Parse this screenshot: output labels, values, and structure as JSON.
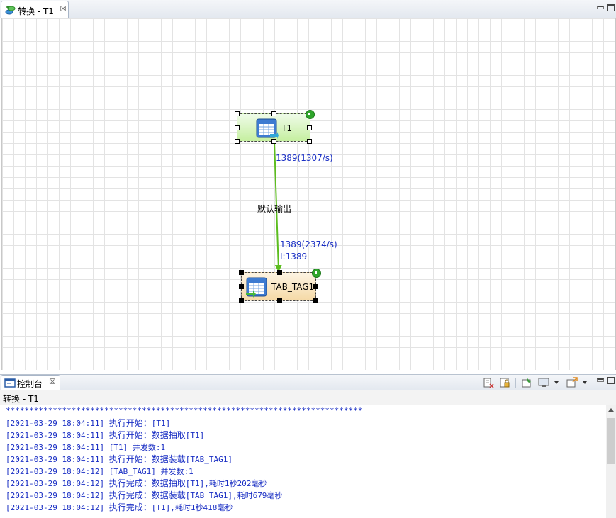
{
  "editor": {
    "tab_label": "转换 - T1",
    "tab_icon": "transformation-icon",
    "close_glyph": "☒"
  },
  "canvas": {
    "steps": [
      {
        "name": "T1",
        "type": "table-input",
        "icon": "table-input-icon",
        "color": "#c5ef9f"
      },
      {
        "name": "TAB_TAG1",
        "type": "table-output",
        "icon": "table-output-icon",
        "color": "#f5d9a6"
      }
    ],
    "hop": {
      "label": "默认输出",
      "from_metric": "1389(1307/s)",
      "to_metric": "1389(2374/s)",
      "to_metric_sub": "I:1389",
      "color": "#5cbd1f"
    }
  },
  "console": {
    "tab_label": "控制台",
    "close_glyph": "☒",
    "title": "转换 - T1",
    "separator": "****************************************************************************",
    "lines": [
      {
        "ts": "[2021-03-29 18:04:11]",
        "msg": "执行开始：",
        "arg": "[T1]"
      },
      {
        "ts": "[2021-03-29 18:04:11]",
        "msg": "执行开始：数据抽取",
        "arg": "[T1]"
      },
      {
        "ts": "[2021-03-29 18:04:11]",
        "msg": "",
        "arg": "[T1] 并发数:1"
      },
      {
        "ts": "[2021-03-29 18:04:11]",
        "msg": "执行开始：数据装载",
        "arg": "[TAB_TAG1]"
      },
      {
        "ts": "[2021-03-29 18:04:12]",
        "msg": "",
        "arg": "[TAB_TAG1] 并发数:1"
      },
      {
        "ts": "[2021-03-29 18:04:12]",
        "msg": "执行完成：数据抽取",
        "arg": "[T1],耗时1秒202毫秒"
      },
      {
        "ts": "[2021-03-29 18:04:12]",
        "msg": "执行完成：数据装载",
        "arg": "[TAB_TAG1],耗时679毫秒"
      },
      {
        "ts": "[2021-03-29 18:04:12]",
        "msg": "执行完成：",
        "arg": "[T1],耗时1秒418毫秒"
      }
    ],
    "text_color": "#1a2fc4"
  }
}
